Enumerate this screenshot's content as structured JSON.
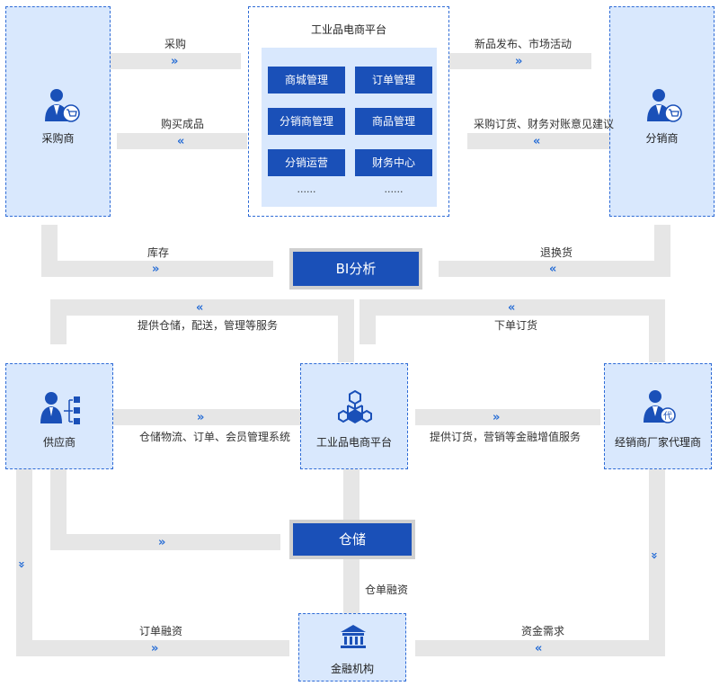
{
  "platform": {
    "title": "工业品电商平台",
    "modules": [
      "商城管理",
      "订单管理",
      "分销商管理",
      "商品管理",
      "分销运营",
      "财务中心"
    ],
    "more": [
      "......",
      "......"
    ]
  },
  "nodes": {
    "buyer": "采购商",
    "distributor": "分销商",
    "supplier": "供应商",
    "platform": "工业品电商平台",
    "dealer": "经销商厂家代理商",
    "finance": "金融机构"
  },
  "hubs": {
    "bi": "BI分析",
    "storage": "仓储"
  },
  "flows": {
    "purchase": "采购",
    "buy_goods": "购买成品",
    "new_products": "新品发布、市场活动",
    "order_advice": "采购订货、财务对账意见建议",
    "inventory": "库存",
    "returns": "退换货",
    "storage_services": "提供仓储，配送，管理等服务",
    "place_order": "下单订货",
    "logistics_systems": "仓储物流、订单、会员管理系统",
    "order_services": "提供订货，营销等金融增值服务",
    "warehouse_financing": "仓单融资",
    "order_financing": "订单融资",
    "funding_demand": "资金需求"
  },
  "chevrons": {
    "right": "»",
    "left": "«",
    "down": "»"
  }
}
